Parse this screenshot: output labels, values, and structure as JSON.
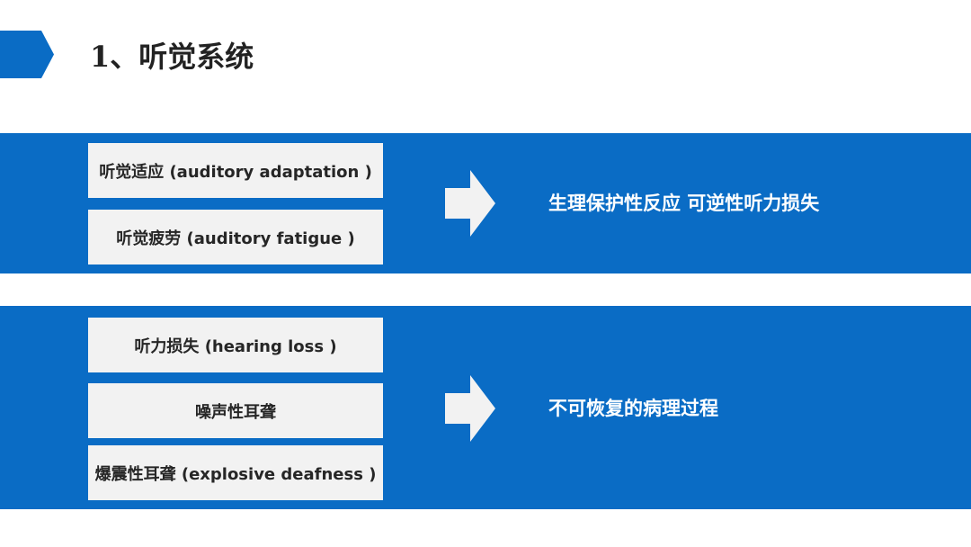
{
  "slide": {
    "title": "1、听觉系统",
    "accent_color": "#0a6cc5",
    "box_color": "#f2f2f2",
    "groups": [
      {
        "terms": [
          "听觉适应 (auditory adaptation )",
          "听觉疲劳 (auditory fatigue )"
        ],
        "arrow_icon": "right-arrow-icon",
        "result": "生理保护性反应 可逆性听力损失"
      },
      {
        "terms": [
          "听力损失 (hearing loss )",
          "噪声性耳聋",
          "爆震性耳聋 (explosive deafness )"
        ],
        "arrow_icon": "right-arrow-icon",
        "result": "不可恢复的病理过程"
      }
    ]
  }
}
